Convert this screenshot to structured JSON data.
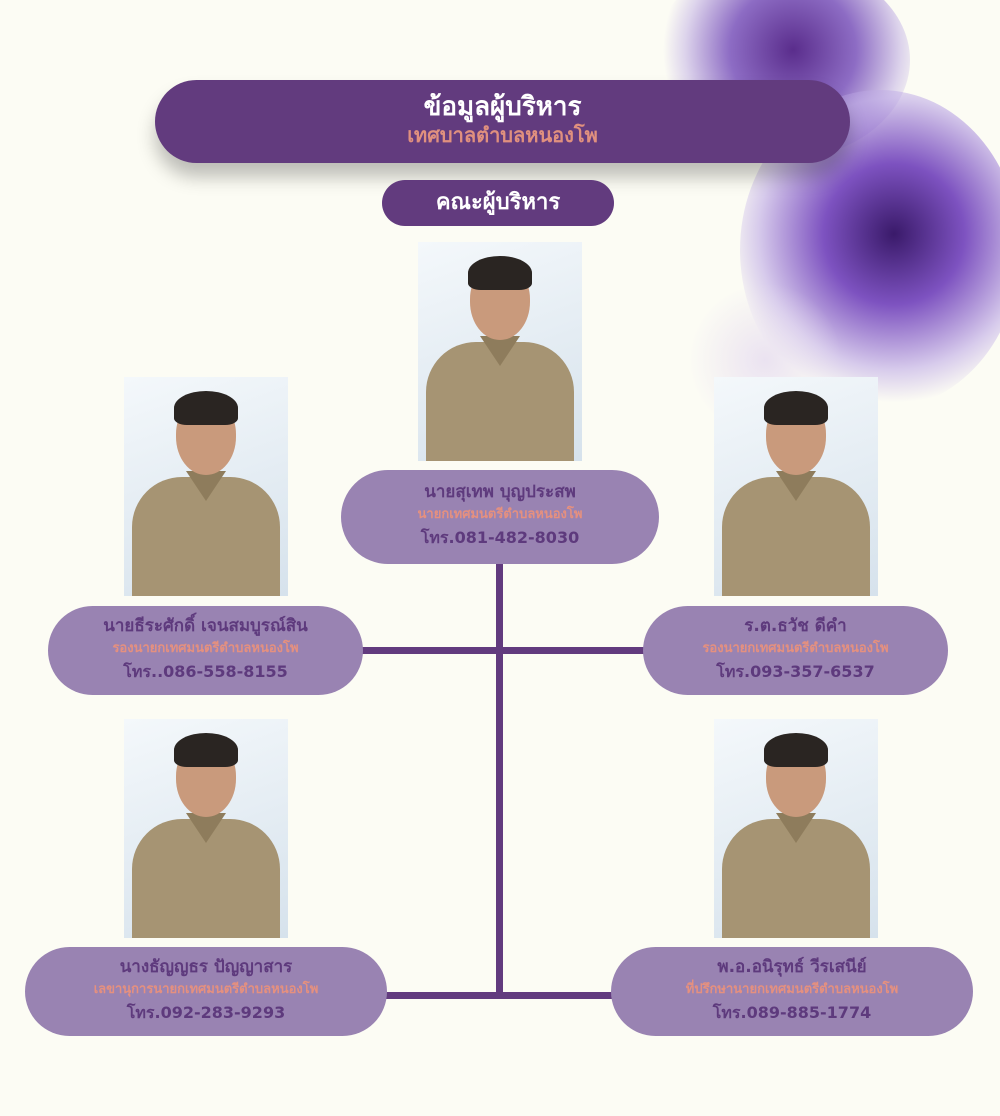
{
  "header": {
    "title": "ข้อมูลผู้บริหาร",
    "subtitle": "เทศบาลตำบลหนองโพ"
  },
  "section_label": "คณะผู้บริหาร",
  "colors": {
    "primary": "#623b7e",
    "card": "#9983b2",
    "accent": "#e5907f",
    "background": "#fcfcf4"
  },
  "members": [
    {
      "name": "นายสุเทพ   บุญประสพ",
      "role": "นายกเทศมนตรีตำบลหนองโพ",
      "phone": "โทร.081-482-8030"
    },
    {
      "name": "นายธีระศักดิ์  เจนสมบูรณ์สิน",
      "role": "รองนายกเทศมนตรีตำบลหนองโพ",
      "phone": "โทร..086-558-8155"
    },
    {
      "name": "ร.ต.ธวัช  ดีคำ",
      "role": "รองนายกเทศมนตรีตำบลหนองโพ",
      "phone": "โทร.093-357-6537"
    },
    {
      "name": "นางธัญญธร  ปัญญาสาร",
      "role": "เลขานุการนายกเทศมนตรีตำบลหนองโพ",
      "phone": "โทร.092-283-9293"
    },
    {
      "name": "พ.อ.อนิรุทธ์  วีรเสนีย์",
      "role": "ที่ปรึกษานายกเทศมนตรีตำบลหนองโพ",
      "phone": "โทร.089-885-1774"
    }
  ]
}
